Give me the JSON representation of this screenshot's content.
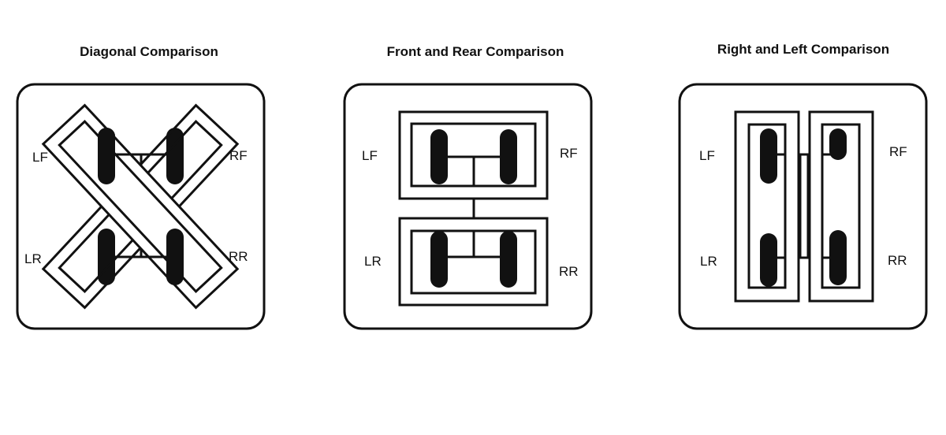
{
  "panels": [
    {
      "title": "Diagonal Comparison",
      "labels": {
        "lf": "LF",
        "rf": "RF",
        "lr": "LR",
        "rr": "RR"
      }
    },
    {
      "title": "Front and Rear Comparison",
      "labels": {
        "lf": "LF",
        "rf": "RF",
        "lr": "LR",
        "rr": "RR"
      }
    },
    {
      "title": "Right and Left Comparison",
      "labels": {
        "lf": "LF",
        "rf": "RF",
        "lr": "LR",
        "rr": "RR"
      }
    }
  ]
}
